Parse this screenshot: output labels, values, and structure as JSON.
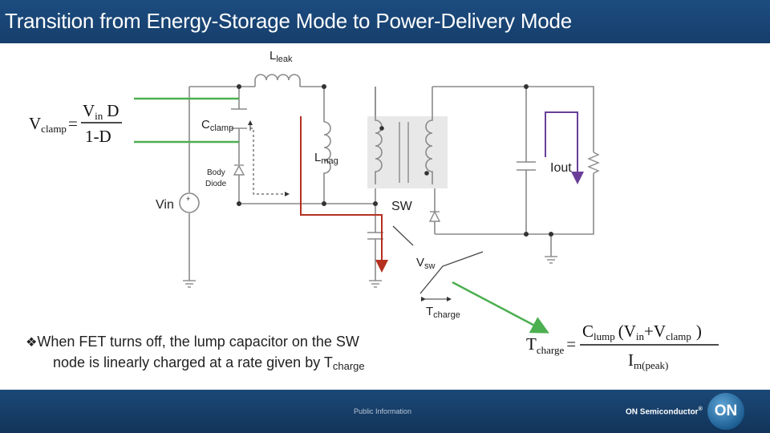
{
  "slide": {
    "title": "Transition from Energy-Storage Mode to Power-Delivery Mode"
  },
  "circuit": {
    "labels": {
      "lleak": "L",
      "lleak_sub": "leak",
      "cclamp": "C",
      "cclamp_sub": "clamp",
      "body_diode_1": "Body",
      "body_diode_2": "Diode",
      "lmag": "L",
      "lmag_sub": "mag",
      "vin": "Vin",
      "sw": "SW",
      "vsw": "V",
      "vsw_sub": "sw",
      "tcharge": "T",
      "tcharge_sub": "charge",
      "iout": "Iout"
    },
    "colors": {
      "wire": "#8a8a8a",
      "current_path": "#b5301f",
      "output_current": "#6a3e98",
      "green_pointer": "#4caf50"
    }
  },
  "equations": {
    "vclamp": {
      "lhs": "V",
      "lhs_sub": "clamp",
      "eq": "=",
      "num_v": "V",
      "num_sub": "in",
      "num_d": "D",
      "den": "1-D"
    },
    "tcharge": {
      "lhs": "T",
      "lhs_sub": "charge",
      "eq": "=",
      "num_c": "C",
      "num_c_sub": "lump",
      "num_open": "(V",
      "num_in_sub": "in",
      "num_plus": "+V",
      "num_clamp_sub": "clamp",
      "num_close": ")",
      "den_i": "I",
      "den_sub": "m(peak)"
    }
  },
  "bullet": {
    "marker": "❖",
    "line1": "When FET turns off, the lump capacitor on the SW",
    "line2": "node is linearly charged at a rate given by T",
    "line2_sub": "charge"
  },
  "footer": {
    "center_text": "Public Information",
    "brand": "ON Semiconductor",
    "brand_mark": "®",
    "logo": "ON"
  }
}
